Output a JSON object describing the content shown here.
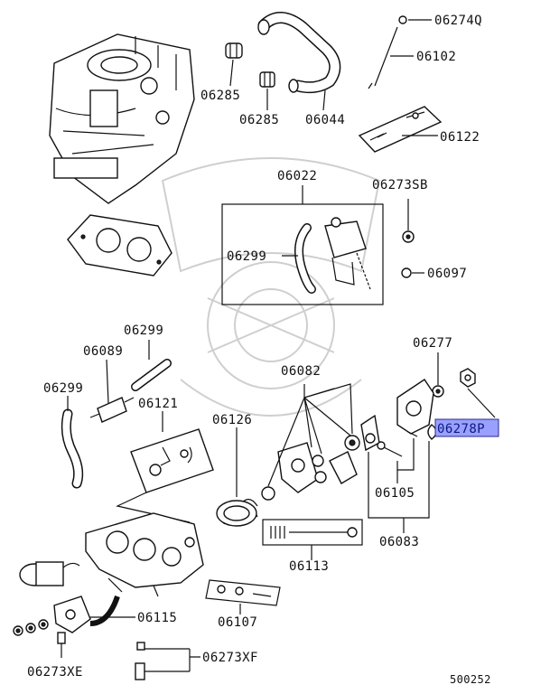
{
  "diagram": {
    "labels": {
      "p06274q": "06274Q",
      "p06102": "06102",
      "p06285a": "06285",
      "p06285b": "06285",
      "p06044": "06044",
      "p06122": "06122",
      "p06022": "06022",
      "p06273sb": "06273SB",
      "p06299a": "06299",
      "p06097": "06097",
      "p06299b": "06299",
      "p06089": "06089",
      "p06299c": "06299",
      "p06277": "06277",
      "p06082": "06082",
      "p06278p": "06278P",
      "p06121": "06121",
      "p06126": "06126",
      "p06105": "06105",
      "p06083": "06083",
      "p06113": "06113",
      "p06115": "06115",
      "p06107": "06107",
      "p06273xe": "06273XE",
      "p06273xf": "06273XF",
      "diagram_id": "500252"
    },
    "highlight_color": "#9aa0ff"
  }
}
